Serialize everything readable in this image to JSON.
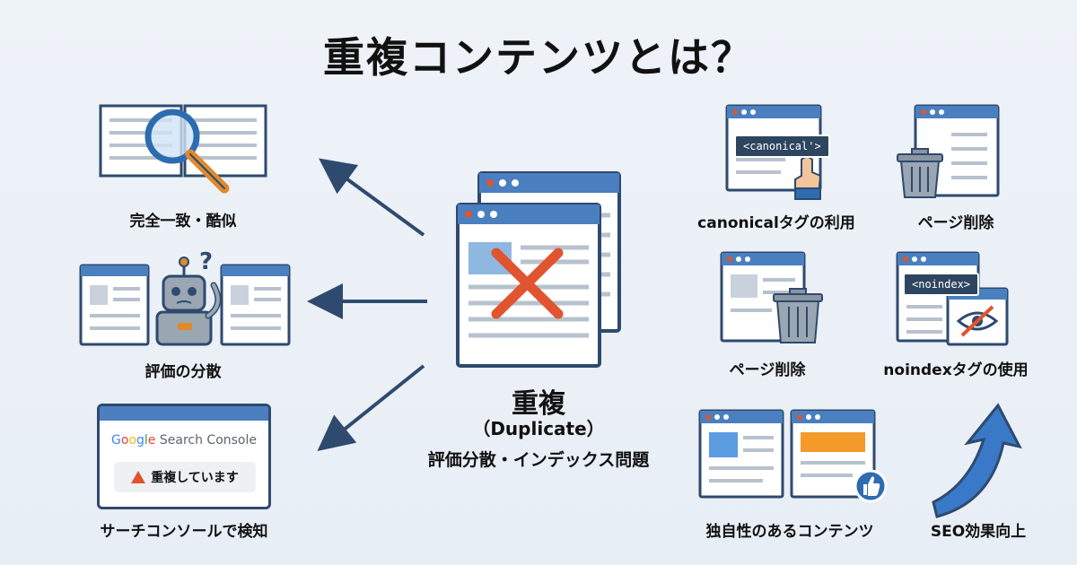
{
  "title": "重複コンテンツとは？",
  "center": {
    "title": "重複",
    "subtitle": "（Duplicate）",
    "description": "評価分散・インデックス問題"
  },
  "left_items": [
    {
      "label": "完全一致・酷似"
    },
    {
      "label": "評価の分散"
    },
    {
      "label": "サーチコンソールで検知"
    }
  ],
  "gsc": {
    "brand_google": [
      "G",
      "o",
      "o",
      "g",
      "l",
      "e"
    ],
    "brand_rest": "Search Console",
    "warning": "重複しています"
  },
  "right_items": [
    {
      "label": "canonicalタグの利用",
      "tag": "<canonical'>"
    },
    {
      "label": "ページ削除"
    },
    {
      "label": "ページ削除"
    },
    {
      "label": "noindexタグの使用",
      "tag": "<noindex>"
    },
    {
      "label": "独自性のあるコンテンツ"
    },
    {
      "label": "SEO効果向上"
    }
  ],
  "colors": {
    "frame": "#2e4a6e",
    "bar": "#4a7fc0",
    "arrow": "#2e4a6e",
    "cross": "#e0542f",
    "accent_orange": "#f39a2b"
  }
}
